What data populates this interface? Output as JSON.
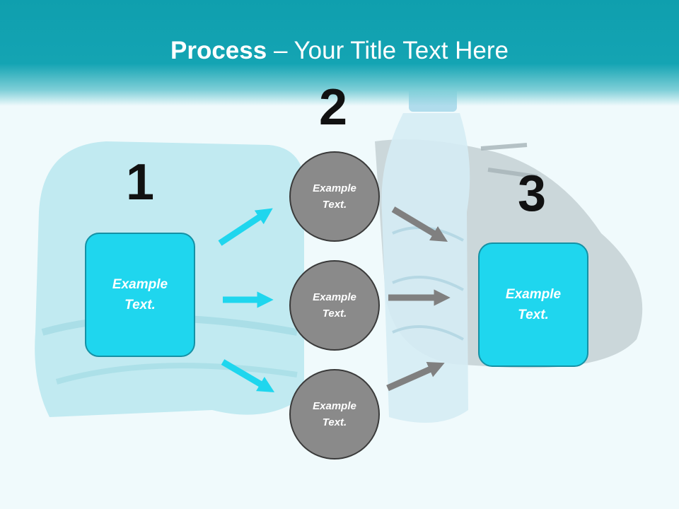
{
  "title": {
    "bold": "Process",
    "rest": " – Your Title Text Here"
  },
  "steps": {
    "one": "1",
    "two": "2",
    "three": "3"
  },
  "left_box": {
    "line1": "Example",
    "line2": "Text."
  },
  "right_box": {
    "line1": "Example",
    "line2": "Text."
  },
  "circles": [
    {
      "line1": "Example",
      "line2": "Text."
    },
    {
      "line1": "Example",
      "line2": "Text."
    },
    {
      "line1": "Example",
      "line2": "Text."
    }
  ],
  "colors": {
    "header": "#14a4b3",
    "box_fill": "#1fd6ee",
    "box_border": "#1591a5",
    "circle_fill": "#8a8a8a",
    "cyan_arrow": "#1fd6ee",
    "gray_arrow": "#808080"
  }
}
